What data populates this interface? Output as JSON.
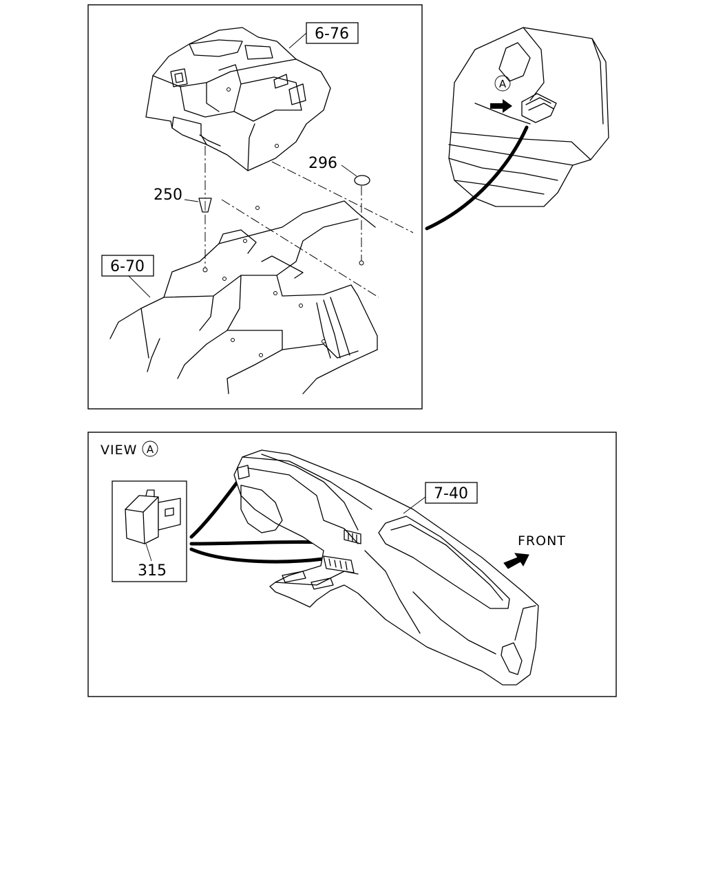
{
  "top_panel": {
    "refs": {
      "console_cover": "6-76",
      "floor_panel": "6-70"
    },
    "parts": {
      "plug": "296",
      "clip": "250"
    },
    "callout_marker": "A"
  },
  "bottom_panel": {
    "view_title": "VIEW",
    "view_marker": "A",
    "refs": {
      "instrument_panel": "7-40"
    },
    "parts": {
      "switch": "315"
    },
    "direction_label": "FRONT"
  }
}
